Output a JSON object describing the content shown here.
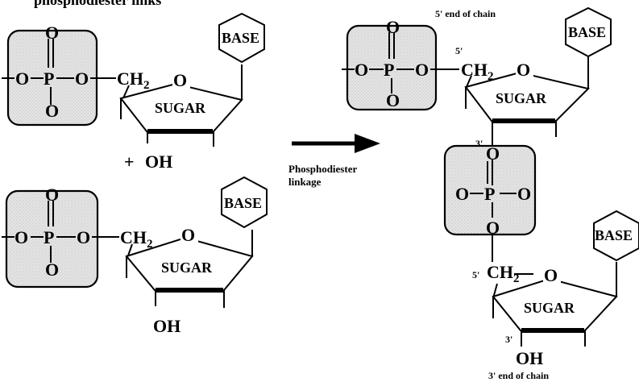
{
  "caption_fragment": "phosphodiester links",
  "reaction_label": {
    "line1": "Phosphodiester",
    "line2": "linkage"
  },
  "left_top": {
    "atoms": {
      "o_left": "O",
      "p": "P",
      "o_top": "O",
      "o_bottom": "O",
      "o_right": "O",
      "ch2": "CH",
      "ch2_sub": "2",
      "ring_o": "O"
    },
    "base": "BASE",
    "sugar": "SUGAR",
    "plus": "+",
    "oh": "OH"
  },
  "left_bottom": {
    "atoms": {
      "o_left": "O",
      "p": "P",
      "o_top": "O",
      "o_bottom": "O",
      "o_right": "O",
      "ch2": "CH",
      "ch2_sub": "2",
      "ring_o": "O"
    },
    "base": "BASE",
    "sugar": "SUGAR",
    "oh": "OH"
  },
  "product": {
    "end5": "5' end of chain",
    "end3": "3' end of chain",
    "top": {
      "o_left": "O",
      "p": "P",
      "o_top": "O",
      "o_bottom": "O",
      "o_right": "O",
      "prime5": "5'",
      "ch2": "CH",
      "ch2_sub": "2",
      "ring_o": "O",
      "base": "BASE",
      "sugar": "SUGAR",
      "prime3": "3'"
    },
    "link": {
      "o_top": "O",
      "o_left": "O",
      "p": "P",
      "o_right": "O",
      "o_bottom": "O"
    },
    "bottom": {
      "prime5": "5'",
      "ch2": "CH",
      "ch2_sub": "2",
      "ring_o": "O",
      "base": "BASE",
      "sugar": "SUGAR",
      "prime3": "3'",
      "oh": "OH"
    }
  }
}
